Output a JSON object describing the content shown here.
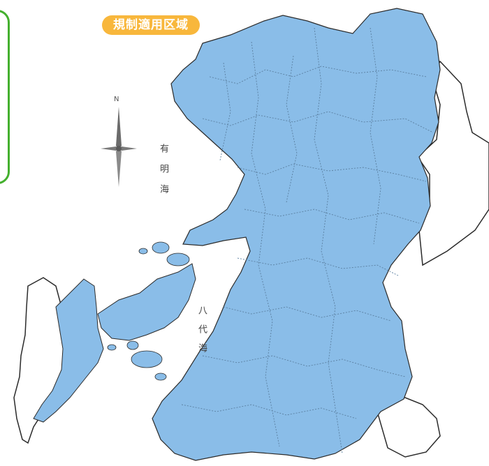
{
  "badge": {
    "label": "規制適用区域"
  },
  "sea_labels": {
    "ariake": "有明海",
    "yatsushiro": "八代海"
  },
  "compass": {
    "north": "N"
  },
  "colors": {
    "regulated_area": "#8abde8",
    "unregulated_area": "#ffffff",
    "coastline": "#2b2b2b",
    "municipal_border": "#5a7fa0",
    "badge_bg": "#f8b73c",
    "legend_frame": "#44b02e"
  },
  "icons": {
    "compass": "compass-rose-icon"
  }
}
